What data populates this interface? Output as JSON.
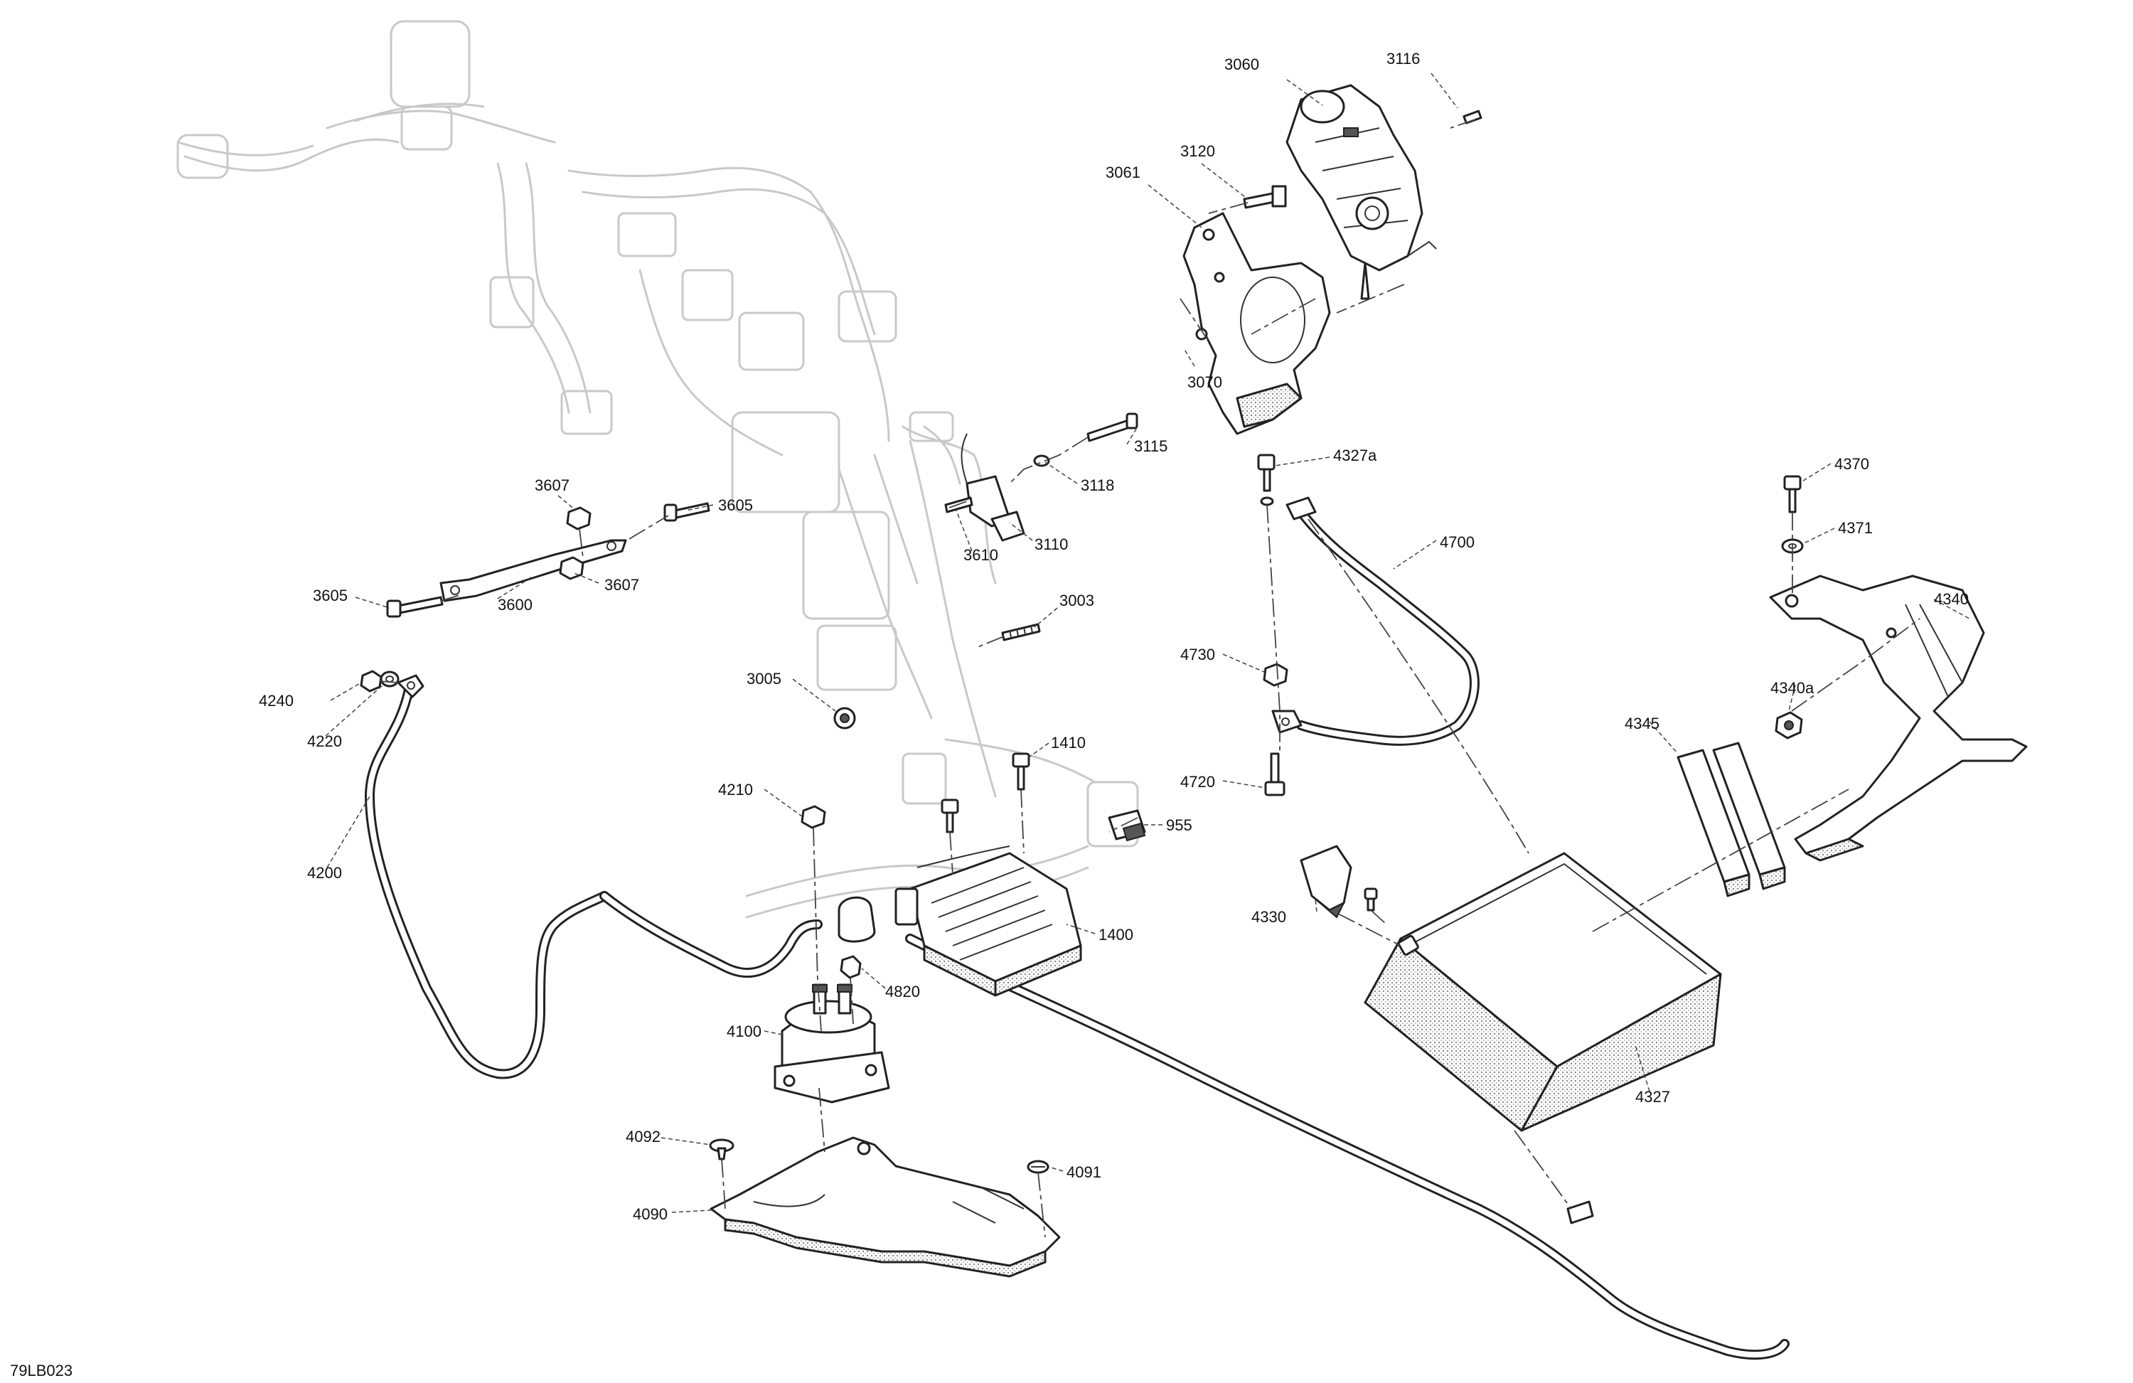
{
  "figure": {
    "code": "79LB023"
  },
  "callouts": [
    {
      "id": "c3060",
      "text": "3060"
    },
    {
      "id": "c3116",
      "text": "3116"
    },
    {
      "id": "c3120",
      "text": "3120"
    },
    {
      "id": "c3061",
      "text": "3061"
    },
    {
      "id": "c3070",
      "text": "3070"
    },
    {
      "id": "c3115",
      "text": "3115"
    },
    {
      "id": "c3118",
      "text": "3118"
    },
    {
      "id": "c3110",
      "text": "3110"
    },
    {
      "id": "c3610",
      "text": "3610"
    },
    {
      "id": "c3607a",
      "text": "3607"
    },
    {
      "id": "c3605a",
      "text": "3605"
    },
    {
      "id": "c3607b",
      "text": "3607"
    },
    {
      "id": "c3605b",
      "text": "3605"
    },
    {
      "id": "c3600",
      "text": "3600"
    },
    {
      "id": "c3003",
      "text": "3003"
    },
    {
      "id": "c3005",
      "text": "3005"
    },
    {
      "id": "c4327a",
      "text": "4327a"
    },
    {
      "id": "c4700",
      "text": "4700"
    },
    {
      "id": "c4370",
      "text": "4370"
    },
    {
      "id": "c4371",
      "text": "4371"
    },
    {
      "id": "c4340",
      "text": "4340"
    },
    {
      "id": "c4340a",
      "text": "4340a"
    },
    {
      "id": "c4730",
      "text": "4730"
    },
    {
      "id": "c4720",
      "text": "4720"
    },
    {
      "id": "c4345",
      "text": "4345"
    },
    {
      "id": "c4330",
      "text": "4330"
    },
    {
      "id": "c4327",
      "text": "4327"
    },
    {
      "id": "c4240",
      "text": "4240"
    },
    {
      "id": "c4220",
      "text": "4220"
    },
    {
      "id": "c4200",
      "text": "4200"
    },
    {
      "id": "c4210",
      "text": "4210"
    },
    {
      "id": "c1410",
      "text": "1410"
    },
    {
      "id": "c955",
      "text": "955"
    },
    {
      "id": "c1400",
      "text": "1400"
    },
    {
      "id": "c4820",
      "text": "4820"
    },
    {
      "id": "c4100",
      "text": "4100"
    },
    {
      "id": "c4092",
      "text": "4092"
    },
    {
      "id": "c4091",
      "text": "4091"
    },
    {
      "id": "c4090",
      "text": "4090"
    }
  ]
}
